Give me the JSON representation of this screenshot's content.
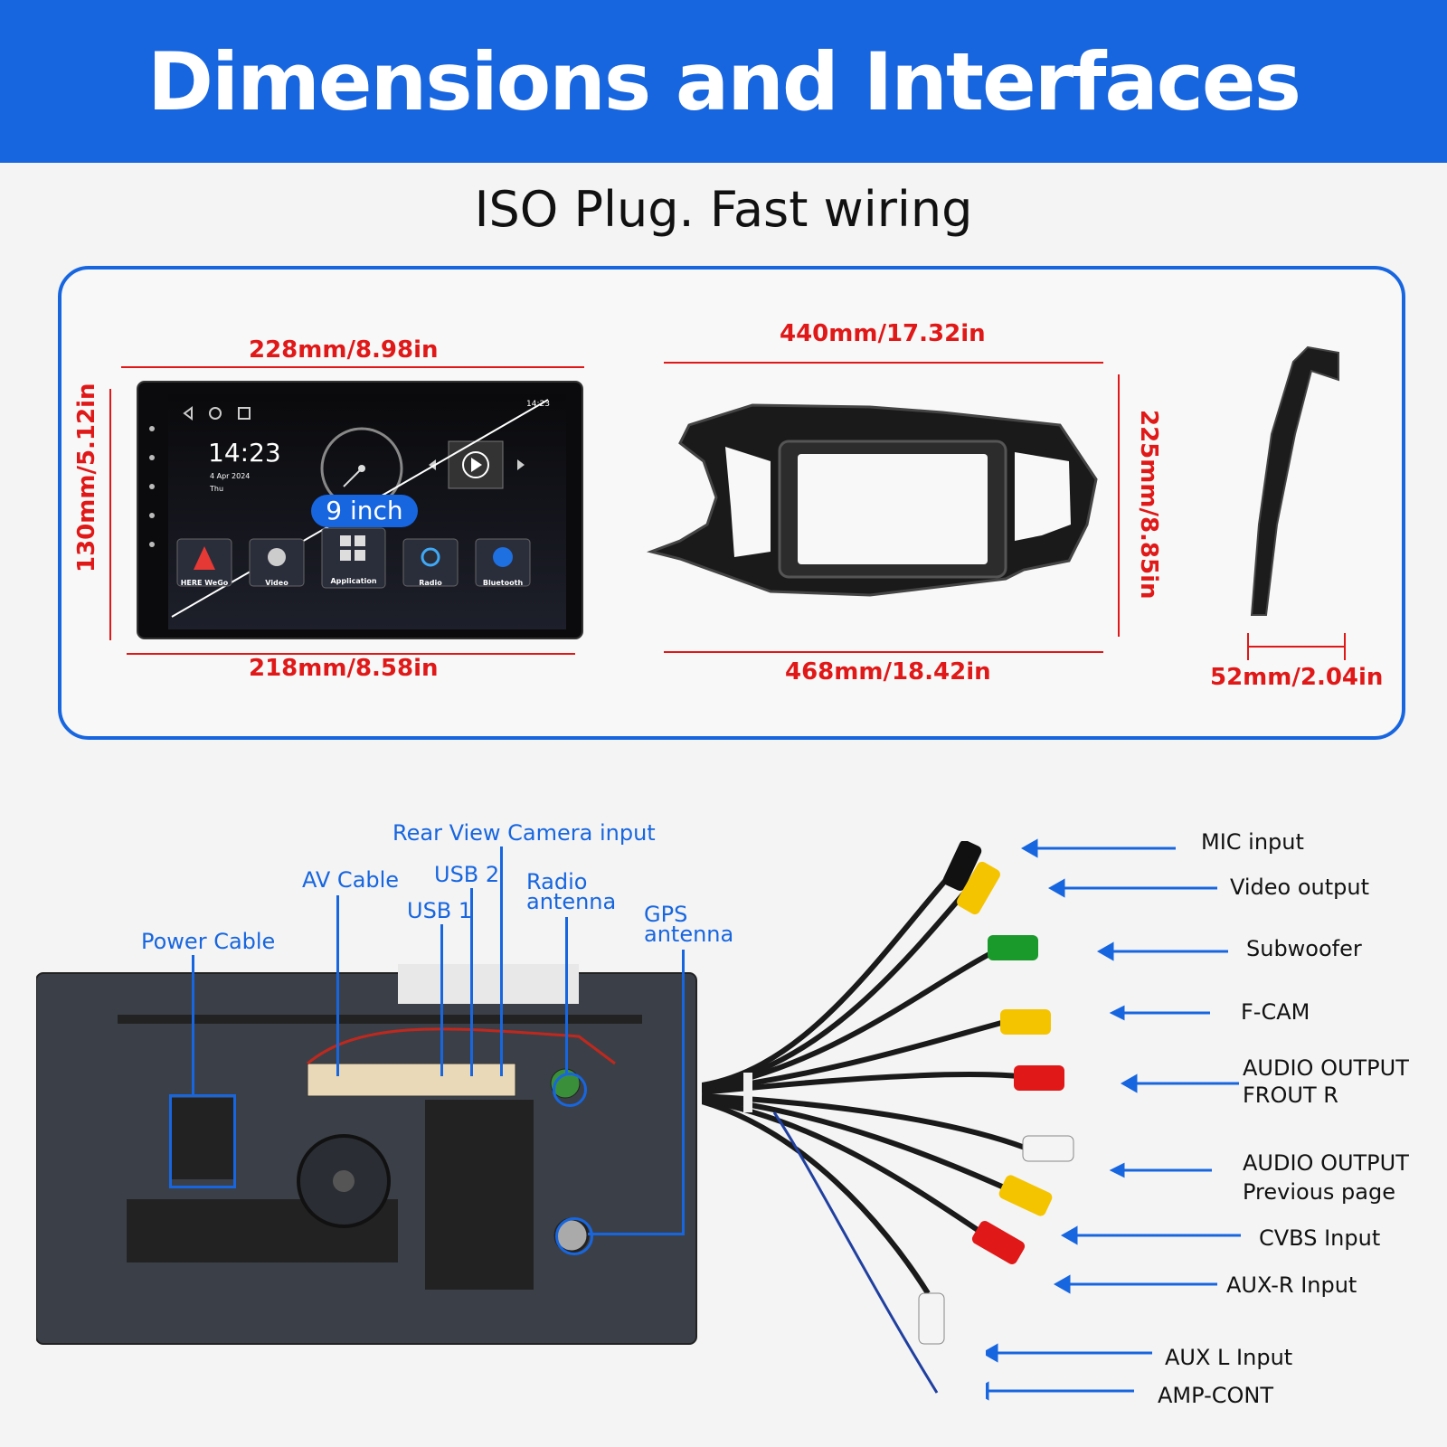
{
  "header": {
    "title": "Dimensions and Interfaces"
  },
  "subtitle": "ISO Plug. Fast wiring",
  "dimensions": {
    "screen_top": "228mm/8.98in",
    "screen_bottom": "218mm/8.58in",
    "screen_height": "130mm/5.12in",
    "frame_top": "440mm/17.32in",
    "frame_bottom": "468mm/18.42in",
    "frame_height": "225mm/8.85in",
    "frame_depth": "52mm/2.04in"
  },
  "screen": {
    "time": "14:23",
    "date": "4 Apr 2024",
    "day": "Thu",
    "status_time": "14:23",
    "size_badge": "9 inch",
    "apps": [
      "HERE WeGo",
      "Video",
      "Application",
      "Radio",
      "Bluetooth"
    ]
  },
  "ports": {
    "power_cable": "Power Cable",
    "av_cable": "AV Cable",
    "usb1": "USB 1",
    "usb2": "USB 2",
    "rear_camera": "Rear View Camera input",
    "radio_antenna": "Radio antenna",
    "gps_antenna": "GPS antenna"
  },
  "cable_labels": [
    "MIC input",
    "Video output",
    "Subwoofer",
    "F-CAM",
    "AUDIO OUTPUT FROUT R",
    "AUDIO OUTPUT Previous page",
    "CVBS Input",
    "AUX-R Input",
    "AUX L Input",
    "AMP-CONT"
  ],
  "colors": {
    "accent": "#1766e0",
    "dimension": "#e01818"
  }
}
